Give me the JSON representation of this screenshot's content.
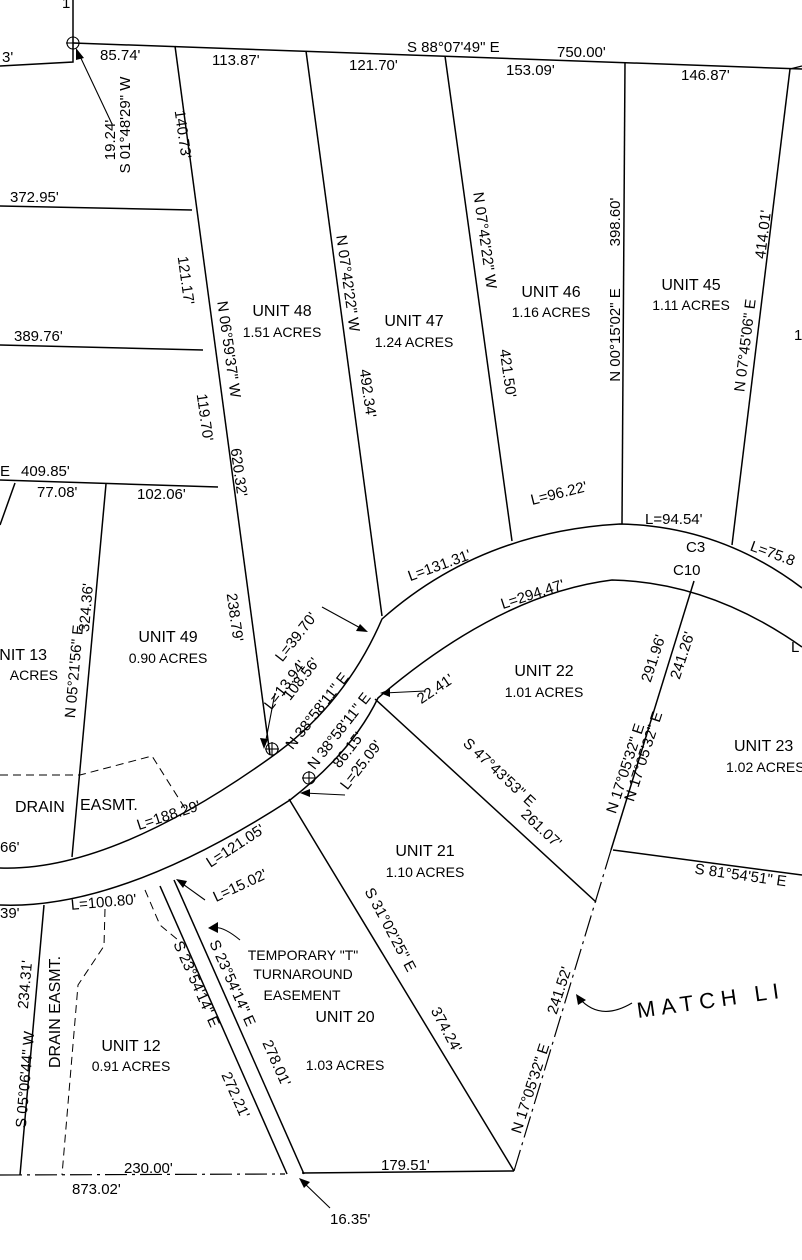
{
  "units": [
    {
      "name": "UNIT 48",
      "acres": "1.51 ACRES"
    },
    {
      "name": "UNIT 47",
      "acres": "1.24 ACRES"
    },
    {
      "name": "UNIT 46",
      "acres": "1.16 ACRES"
    },
    {
      "name": "UNIT 45",
      "acres": "1.11 ACRES"
    },
    {
      "name": "UNIT 49",
      "acres": "0.90 ACRES"
    },
    {
      "name": "UNIT 22",
      "acres": "1.01 ACRES"
    },
    {
      "name": "UNIT 21",
      "acres": "1.10 ACRES"
    },
    {
      "name": "UNIT 20",
      "acres": "1.03 ACRES"
    },
    {
      "name": "UNIT 12",
      "acres": "0.91 ACRES"
    },
    {
      "name": "UNIT 13",
      "acres": "ACRES"
    },
    {
      "name": "UNIT 23",
      "acres": "1.02 ACRES"
    }
  ],
  "bearings": {
    "top_line": "S 88°07'49\" E",
    "s01": "S 01°48'29\" W",
    "n06": "N 06°59'37\" W",
    "n07_47": "N 07°42'22\" W",
    "n07_46": "N 07°42'22\" W",
    "n00": "N 00°15'02\" E",
    "n07_45": "N 07°45'06\" E",
    "n05": "N 05°21'56\" E",
    "n38_a": "N 38°58'11\" E",
    "n38_b": "N 38°58'11\" E",
    "s47": "S 47°43'53\" E",
    "n17_a": "N 17°05'32\" E",
    "n17_b": "N 17°05'32\" E",
    "s81": "S 81°54'51\" E",
    "s31": "S 31°02'25\" E",
    "s23_a": "S 23°54'14\" E",
    "s23_b": "S 23°54'14\" E",
    "n17_c": "N 17°05'32\" E",
    "s05": "S 05°06'44\" W",
    "e_cut": "E"
  },
  "distances": {
    "d1": "1",
    "d3": "3'",
    "d85_74": "85.74'",
    "d113_87": "113.87'",
    "d121_70": "121.70'",
    "d750": "750.00'",
    "d153_09": "153.09'",
    "d146_87": "146.87'",
    "d19_24": "19.24'",
    "d140_73": "140.73'",
    "d372_95": "372.95'",
    "d121_17": "121.17'",
    "d389_76": "389.76'",
    "d119_70": "119.70'",
    "d620_32": "620.32'",
    "d492_34": "492.34'",
    "d398_60": "398.60'",
    "d414_01": "414.01'",
    "d421_50": "421.50'",
    "d409_85": "409.85'",
    "d77_08": "77.08'",
    "d102_06": "102.06'",
    "d324_36": "324.36'",
    "d238_79": "238.79'",
    "d108_56": "108.56'",
    "d86_15": "86.15'",
    "d22_41": "22.41'",
    "d291_96": "291.96'",
    "d241_26": "241.26'",
    "d261_07": "261.07'",
    "d374_24": "374.24'",
    "d241_52": "241.52'",
    "d234_31": "234.31'",
    "d272_21": "272.21'",
    "d278_01": "278.01'",
    "d230": "230.00'",
    "d873_02": "873.02'",
    "d179_51": "179.51'",
    "d16_35": "16.35'",
    "d66": "66'",
    "d39": "39'",
    "d1_right": "1"
  },
  "curves": {
    "l96_22": "L=96.22'",
    "l94_54": "L=94.54'",
    "l75_8": "L=75.8",
    "c3": "C3",
    "c10": "C10",
    "l131_31": "L=131.31'",
    "l294_47": "L=294.47'",
    "l39_70": "L=39.70'",
    "l13_94": "L=13.94'",
    "l25_09": "L=25.09'",
    "l188_29": "L=188.29'",
    "l121_05": "L=121.05'",
    "l15_02": "L=15.02'",
    "l100_80": "L=100.80'",
    "l_cut": "L"
  },
  "easements": {
    "drain1_a": "DRAIN",
    "drain1_b": "EASMT.",
    "drain2": "DRAIN  EASMT.",
    "temp_line1": "TEMPORARY \"T\"",
    "temp_line2": "TURNAROUND",
    "temp_line3": "EASEMENT"
  },
  "match_line": "MATCH  LI"
}
